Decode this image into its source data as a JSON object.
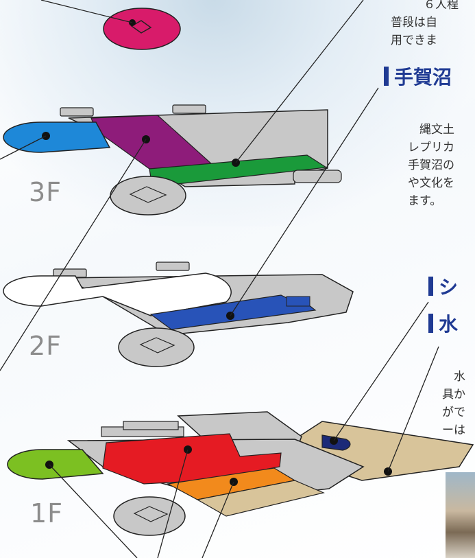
{
  "floors": {
    "3f": "3F",
    "2f": "2F",
    "1f": "1F"
  },
  "top_text": {
    "line1": "６人程",
    "line2": "普段は自",
    "line3": "用できま"
  },
  "heading_teganuma": "手賀沼",
  "para_teganuma": {
    "line1": "　縄文土",
    "line2": "レプリカ",
    "line3": "手賀沼の",
    "line4": "や文化を",
    "line5": "ます。"
  },
  "heading_2": {
    "line1": "シ",
    "line2": "水"
  },
  "para_2": {
    "line1": "　水",
    "line2": "具か",
    "line3": "がで",
    "line4": "ーは"
  },
  "colors": {
    "magenta": "#d81b6a",
    "blue_room": "#1e88d8",
    "purple": "#8e1c7a",
    "green": "#1a9a3a",
    "dark_blue": "#2853b8",
    "lime": "#7cc022",
    "red": "#e51b23",
    "orange": "#f28a1c",
    "tan": "#d8c49a",
    "navy": "#1c2a78",
    "gray_floor": "#c8c8c8",
    "heading": "#1f3a93"
  }
}
